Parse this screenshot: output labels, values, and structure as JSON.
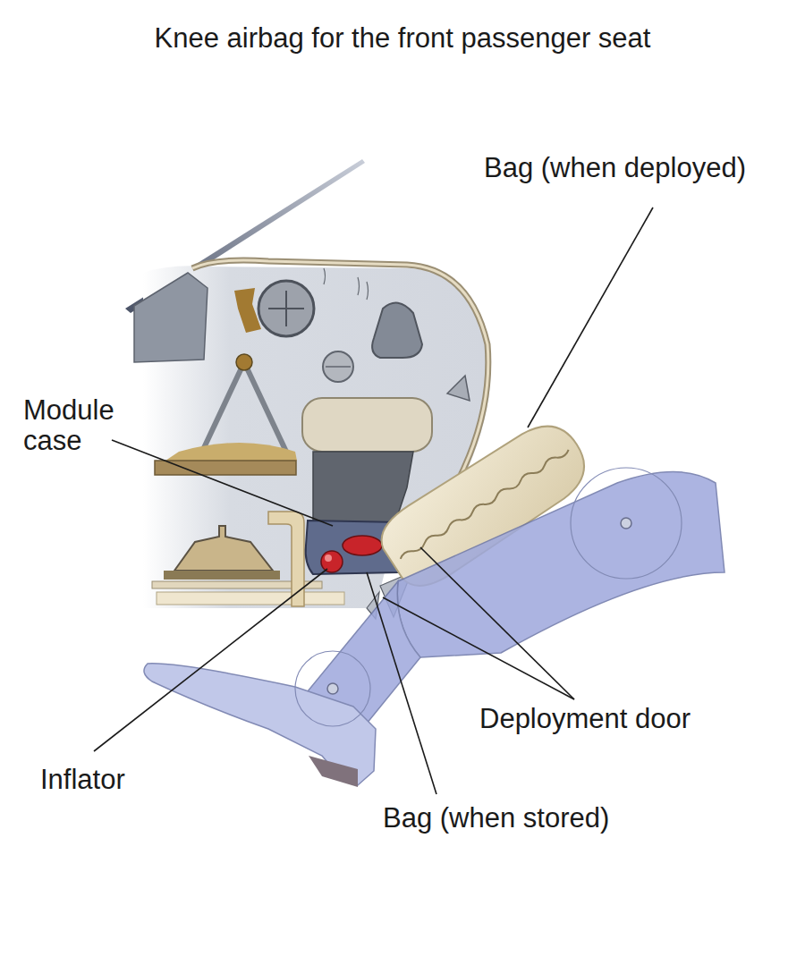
{
  "diagram": {
    "title": "Knee airbag for the front passenger seat",
    "labels": [
      "Bag (when deployed)",
      "Module case",
      "Deployment door",
      "Inflator",
      "Bag (when stored)"
    ]
  }
}
